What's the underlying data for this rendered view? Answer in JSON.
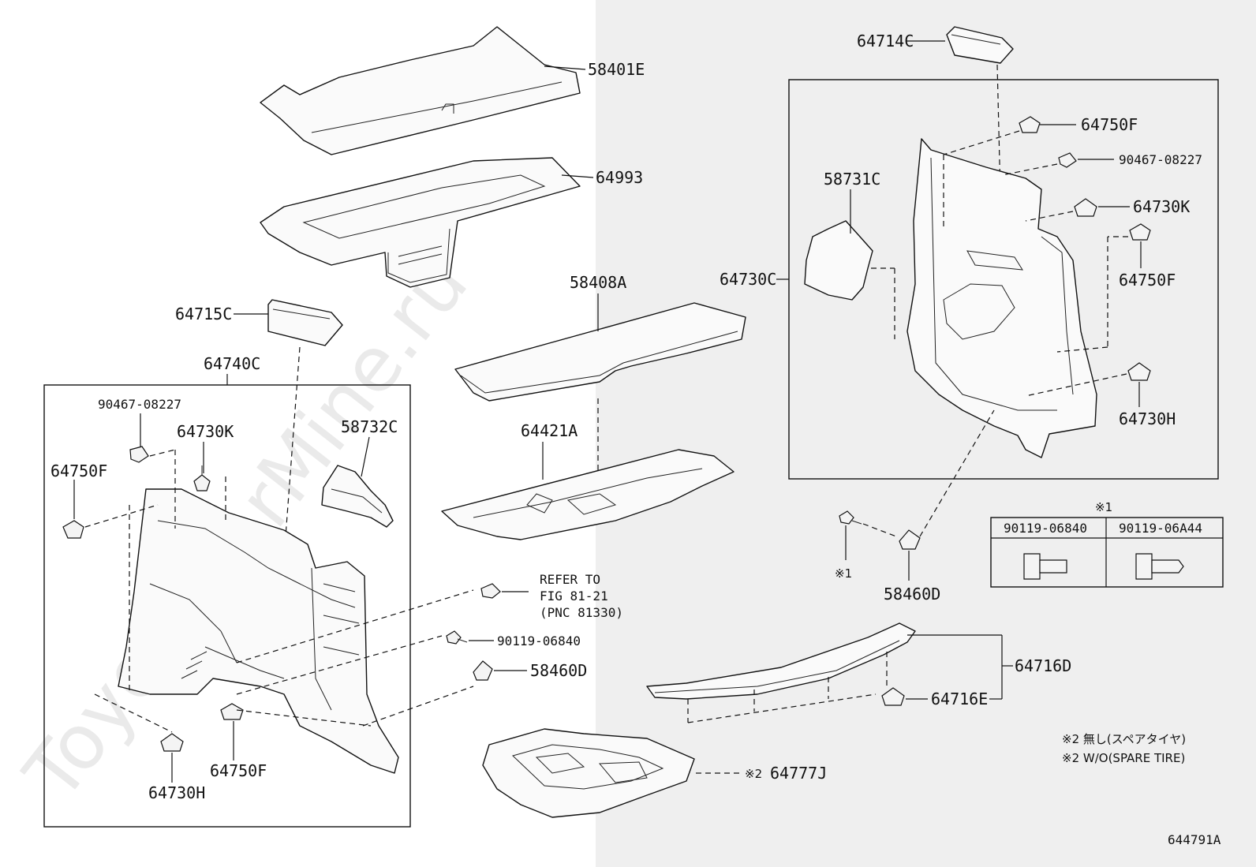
{
  "watermark": "ToyotaCarMine.ru",
  "figure_id": "644791A",
  "labels": {
    "p58401E": "58401E",
    "p64993": "64993",
    "p58408A": "58408A",
    "p64715C": "64715C",
    "p64740C": "64740C",
    "p90467_left": "90467-08227",
    "p64730K_left": "64730K",
    "p58732C": "58732C",
    "p64750F_left": "64750F",
    "p64421A": "64421A",
    "refer_line1": "REFER TO",
    "refer_line2": "FIG 81-21",
    "refer_line3": "(PNC 81330)",
    "p90119_06840": "90119-06840",
    "p58460D_mid": "58460D",
    "p64750F_bottom": "64750F",
    "p64730H_left": "64730H",
    "p64777J": "64777J",
    "p64777J_mark": "※2",
    "p64714C": "64714C",
    "p64750F_top": "64750F",
    "p90467_right": "90467-08227",
    "p58731C": "58731C",
    "p64730K_right": "64730K",
    "p64730C": "64730C",
    "p64750F_right": "64750F",
    "p64730H_right": "64730H",
    "mark1_bolt": "※1",
    "p58460D_right": "58460D",
    "p64716D": "64716D",
    "p64716E": "64716E"
  },
  "bolt_table": {
    "mark": "※1",
    "col1": "90119-06840",
    "col2": "90119-06A44"
  },
  "notes": {
    "line1": "※2 無し(スペアタイヤ)",
    "line2": "※2 W/O(SPARE TIRE)"
  }
}
